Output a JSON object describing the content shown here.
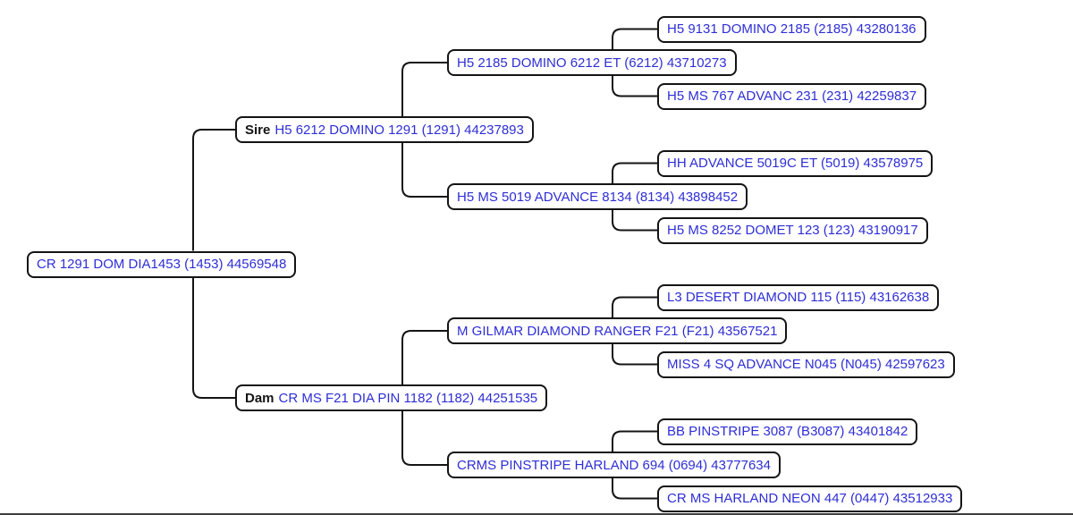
{
  "colors": {
    "link": "#2e2ed6",
    "label": "#141414",
    "border": "#141414",
    "background": "#ffffff",
    "bottom_rule": "#3f3f3f"
  },
  "pedigree": {
    "root": {
      "name": "CR 1291 DOM DIA1453 (1453) 44569548",
      "sire": {
        "label": "Sire",
        "name": "H5 6212 DOMINO 1291 (1291) 44237893",
        "sire": {
          "name": "H5 2185 DOMINO 6212 ET (6212) 43710273",
          "sire": {
            "name": "H5 9131 DOMINO 2185 (2185) 43280136"
          },
          "dam": {
            "name": "H5 MS 767 ADVANC 231 (231) 42259837"
          }
        },
        "dam": {
          "name": "H5 MS 5019 ADVANCE 8134 (8134) 43898452",
          "sire": {
            "name": "HH ADVANCE 5019C ET (5019) 43578975"
          },
          "dam": {
            "name": "H5 MS 8252 DOMET 123 (123) 43190917"
          }
        }
      },
      "dam": {
        "label": "Dam",
        "name": "CR MS F21 DIA PIN 1182 (1182) 44251535",
        "sire": {
          "name": "M GILMAR DIAMOND RANGER F21 (F21) 43567521",
          "sire": {
            "name": "L3 DESERT DIAMOND 115 (115) 43162638"
          },
          "dam": {
            "name": "MISS 4 SQ ADVANCE N045 (N045) 42597623"
          }
        },
        "dam": {
          "name": "CRMS PINSTRIPE HARLAND 694 (0694) 43777634",
          "sire": {
            "name": "BB PINSTRIPE 3087 (B3087) 43401842"
          },
          "dam": {
            "name": "CR MS HARLAND NEON 447 (0447) 43512933"
          }
        }
      }
    }
  }
}
